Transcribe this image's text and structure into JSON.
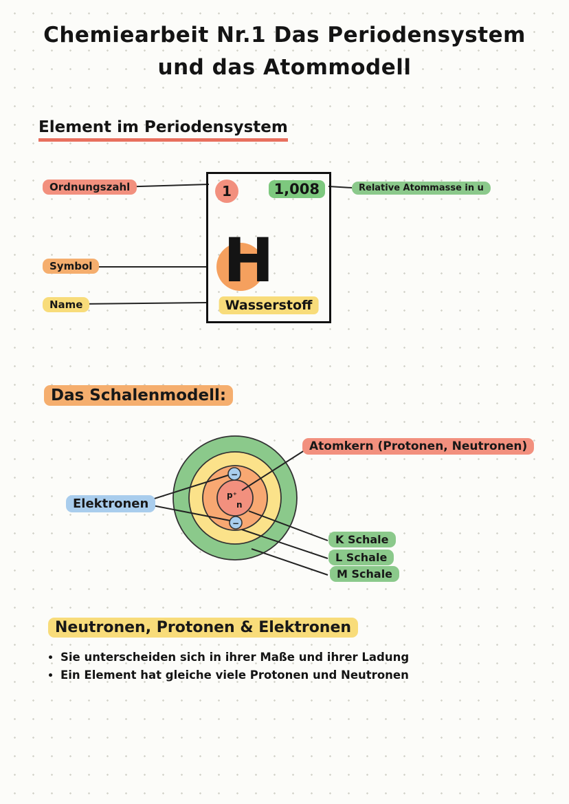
{
  "title": {
    "line1": "Chemiearbeit Nr.1 Das Periodensystem",
    "line2": "und das Atommodell"
  },
  "section_element": {
    "heading": "Element im Periodensystem",
    "card": {
      "atomic_number": "1",
      "atomic_mass": "1,008",
      "symbol": "H",
      "name": "Wasserstoff"
    },
    "labels": {
      "ordnungszahl": "Ordnungszahl",
      "symbol": "Symbol",
      "name": "Name",
      "relative_atommasse": "Relative Atommasse in u"
    }
  },
  "section_shell_model": {
    "heading": "Das Schalenmodell:",
    "labels": {
      "atomkern": "Atomkern (Protonen, Neutronen)",
      "elektronen": "Elektronen",
      "k_schale": "K Schale",
      "l_schale": "L Schale",
      "m_schale": "M Schale"
    },
    "nucleus": {
      "proton": "p⁺",
      "neutron": "n"
    },
    "electron_symbol": "−"
  },
  "section_particles": {
    "heading": "Neutronen, Protonen & Elektronen",
    "bullets": [
      "Sie unterscheiden sich in ihrer Maße und ihrer Ladung",
      "Ein Element hat gleiche viele Protonen und Neutronen"
    ]
  },
  "colors": {
    "highlight_red": "#F2907E",
    "highlight_orange": "#F5AE6E",
    "highlight_yellow": "#F8DC7A",
    "highlight_green": "#8BC98B",
    "highlight_blue": "#A9CDED",
    "ring_green": "#8BC98B",
    "ring_yellow": "#FBE28A",
    "ring_orange": "#F8A872",
    "nucleus_fill": "#F2907E",
    "electron_fill": "#A9CDED",
    "ink": "#141414"
  }
}
